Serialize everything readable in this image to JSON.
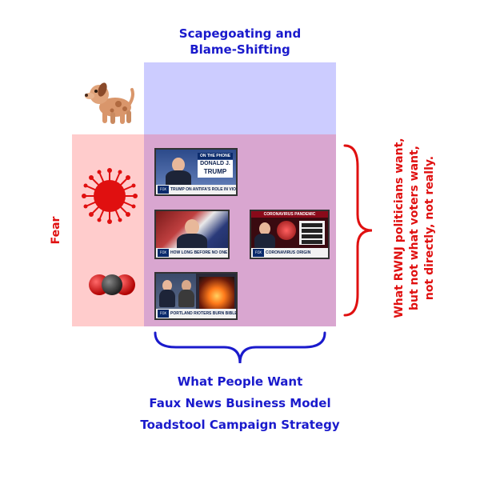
{
  "top_label": {
    "line1": "Scapegoating and",
    "line2": "Blame-Shifting"
  },
  "left_label": "Fear",
  "right_label": {
    "line1": "What RWNJ politicians want,",
    "line2": "but not what voters want,",
    "line3": "not directly, not really."
  },
  "bottom_labels": [
    "What People Want",
    "Faux News Business Model",
    "Toadstool Campaign Strategy"
  ],
  "icons": {
    "dog": "dog-icon",
    "virus": "virus-icon",
    "molecule": "molecule-icon"
  },
  "thumbnails": [
    {
      "ticker": "TRUMP ON ANTIFA'S ROLE IN VIOLENCE IN U.S.",
      "phone_label": "ON THE PHONE",
      "name_line1": "DONALD J.",
      "name_line2": "TRUMP"
    },
    {
      "ticker": "HOW LONG BEFORE NO ONE WILL SERVE AS A COP"
    },
    {
      "ticker": "PORTLAND RIOTERS BURN BIBLES"
    },
    {
      "header": "CORONAVIRUS PANDEMIC",
      "ticker": "CORONAVIRUS ORIGIN"
    }
  ],
  "colors": {
    "blue_text": "#1a1acc",
    "red_text": "#e01010",
    "blue_region": "#ccccff",
    "red_region": "#ffcccc",
    "overlap_region": "#d9a6d0"
  }
}
